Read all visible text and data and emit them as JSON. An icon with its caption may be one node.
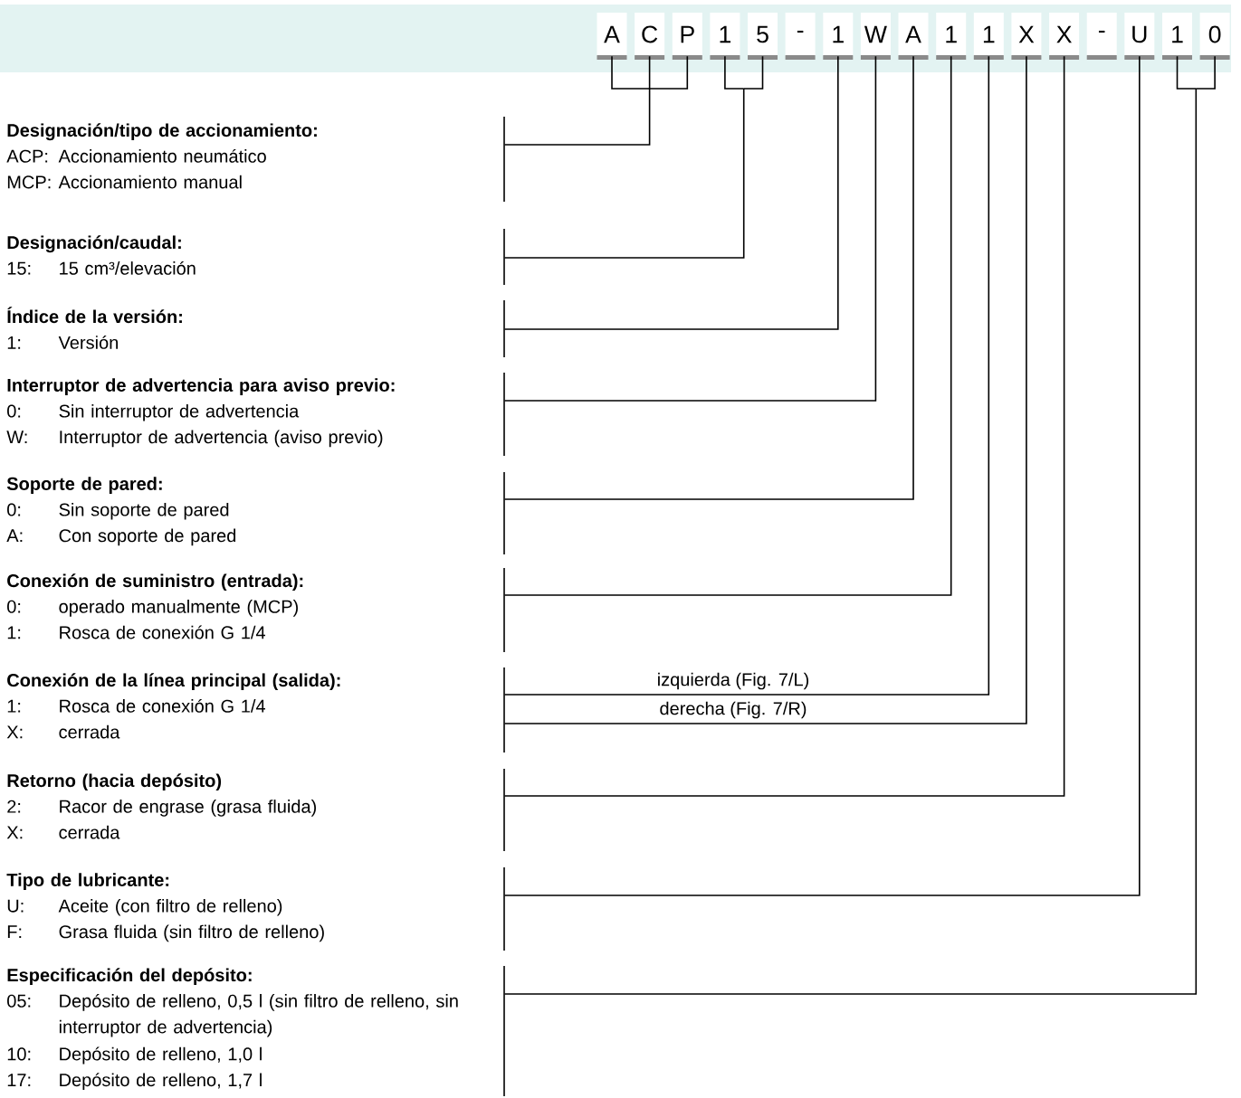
{
  "diagram": {
    "nodes": [
      {
        "text": [
          "A"
        ]
      },
      {
        "text": [
          "C"
        ]
      },
      {
        "text": [
          "P"
        ]
      },
      {
        "text": [
          "1"
        ]
      },
      {
        "text": [
          "5"
        ]
      },
      {
        "text": [
          "-"
        ]
      },
      {
        "text": [
          "1"
        ]
      },
      {
        "text": [
          "W"
        ]
      },
      {
        "text": [
          "A"
        ]
      },
      {
        "text": [
          "1"
        ]
      },
      {
        "text": [
          "1"
        ]
      },
      {
        "text": [
          "X"
        ]
      },
      {
        "text": [
          "X"
        ]
      },
      {
        "text": [
          "-"
        ]
      },
      {
        "text": [
          "U"
        ]
      },
      {
        "text": [
          "1"
        ]
      },
      {
        "text": [
          "0"
        ]
      },
      {
        "text": [
          "Designación/tipo de accionamiento:",
          "ACP:",
          "Accionamiento neumático",
          "MCP:",
          "Accionamiento manual"
        ]
      },
      {
        "text": [
          "Designación/caudal:",
          "15:",
          "15 cm³/elevación"
        ]
      },
      {
        "text": [
          "Índice de la versión:",
          "1:",
          "Versión"
        ]
      },
      {
        "text": [
          "Interruptor de advertencia para aviso previo:",
          "0:",
          "Sin interruptor de advertencia",
          "W:",
          "Interruptor de advertencia (aviso previo)"
        ]
      },
      {
        "text": [
          "Soporte de pared:",
          "0:",
          "Sin soporte de pared",
          "A:",
          "Con soporte de pared"
        ]
      },
      {
        "text": [
          "Conexión de suministro (entrada):",
          "0:",
          "operado manualmente (MCP)",
          "1:",
          "Rosca de conexión G 1/4"
        ]
      },
      {
        "text": [
          "Conexión de la línea principal (salida):",
          "1:",
          "Rosca de conexión G 1/4",
          "X:",
          "cerrada"
        ]
      },
      {
        "text": [
          "Retorno (hacia depósito)",
          "2:",
          "Racor de engrase (grasa fluida)",
          "X:",
          "cerrada"
        ]
      },
      {
        "text": [
          "Tipo de lubricante:",
          "U:",
          "Aceite (con filtro de relleno)",
          "F:",
          "Grasa fluida (sin filtro de relleno)"
        ]
      },
      {
        "text": [
          "Especificación del depósito:",
          "05:",
          "Depósito de relleno, 0,5 l (sin filtro de relleno, sin interruptor de advertencia)",
          "10:",
          "Depósito de relleno, 1,0 l",
          "17:",
          "Depósito de relleno, 1,7 l"
        ]
      }
    ],
    "edges": [
      {
        "from": 0,
        "to": 17,
        "arrow": "none"
      },
      {
        "from": 1,
        "to": 17,
        "arrow": "none"
      },
      {
        "from": 2,
        "to": 17,
        "arrow": "none"
      },
      {
        "from": 3,
        "to": 18,
        "arrow": "none"
      },
      {
        "from": 4,
        "to": 18,
        "arrow": "none"
      },
      {
        "from": 6,
        "to": 19,
        "arrow": "none"
      },
      {
        "from": 7,
        "to": 20,
        "arrow": "none"
      },
      {
        "from": 8,
        "to": 21,
        "arrow": "none"
      },
      {
        "from": 9,
        "to": 22,
        "arrow": "none"
      },
      {
        "from": 10,
        "to": 23,
        "arrow": "none",
        "label": "izquierda (Fig. 7/L)"
      },
      {
        "from": 11,
        "to": 23,
        "arrow": "none",
        "label": "derecha (Fig. 7/R)"
      },
      {
        "from": 12,
        "to": 24,
        "arrow": "none"
      },
      {
        "from": 14,
        "to": 25,
        "arrow": "none"
      },
      {
        "from": 15,
        "to": 26,
        "arrow": "none"
      },
      {
        "from": 16,
        "to": 26,
        "arrow": "none"
      }
    ]
  }
}
